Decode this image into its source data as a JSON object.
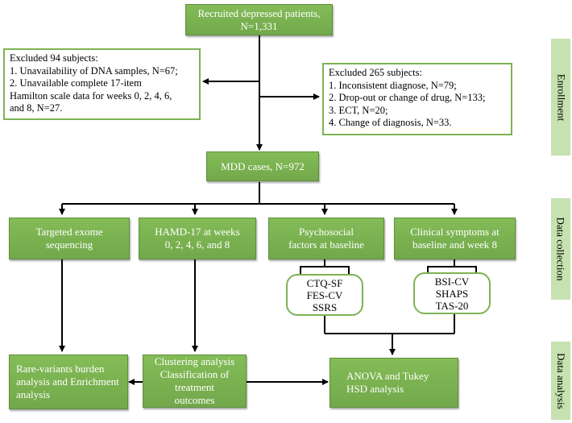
{
  "boxes": {
    "recruited": "Recruited depressed patients,\nN=1,331",
    "mdd": "MDD cases, N=972",
    "exome": "Targeted exome\nsequencing",
    "hamd": "HAMD-17 at weeks\n0, 2, 4, 6, and 8",
    "psychosocial": "Psychosocial\nfactors at baseline",
    "clinical": "Clinical symptoms    at\nbaseline and week 8",
    "rare": "Rare-variants burden\nanalysis and Enrichment\nanalysis",
    "clustering": "Clustering analysis\nClassification of treatment\noutcomes",
    "anova": "ANOVA and Tukey\nHSD analysis"
  },
  "excluded_left": {
    "title": "Excluded 94 subjects:",
    "lines": [
      "1. Unavailability of DNA samples, N=67;",
      "2. Unavailable complete 17-item",
      "Hamilton scale data for weeks 0, 2, 4, 6,",
      "and 8, N=27."
    ]
  },
  "excluded_right": {
    "title": "Excluded 265 subjects:",
    "lines": [
      "1. Inconsistent diagnose, N=79;",
      "2. Drop-out or change of drug, N=133;",
      "3. ECT, N=20;",
      "4. Change of diagnosis, N=33."
    ]
  },
  "psychosocial_scales": [
    "CTQ-SF",
    "FES-CV",
    "SSRS"
  ],
  "clinical_scales": [
    "BSI-CV",
    "SHAPS",
    "TAS-20"
  ],
  "side_labels": {
    "enrollment": "Enrollment",
    "data_collection": "Data collection",
    "data_analysis": "Data analysis"
  }
}
